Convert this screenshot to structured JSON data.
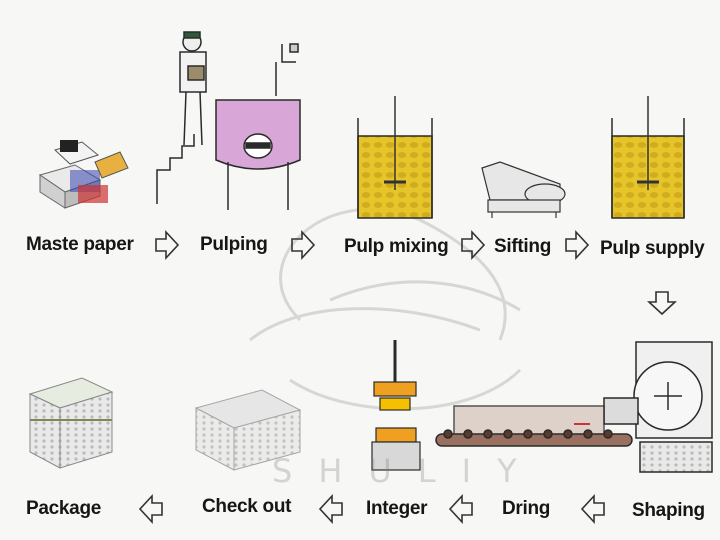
{
  "steps": {
    "waste_paper": "Maste paper",
    "pulping": "Pulping",
    "pulp_mixing": "Pulp mixing",
    "sifting": "Sifting",
    "pulp_supply": "Pulp supply",
    "shaping": "Shaping",
    "dring": "Dring",
    "integer": "Integer",
    "check_out": "Check out",
    "package": "Package"
  },
  "watermark": "SHULIY",
  "colors": {
    "pulp_yellow": "#e6c52a",
    "tank_pink": "#d9a6d8",
    "press_orange": "#f0a020",
    "outline": "#2a2a2a"
  },
  "icons": {
    "arrow_right": "arrow-right-icon",
    "arrow_left": "arrow-left-icon",
    "arrow_down": "arrow-down-icon"
  }
}
